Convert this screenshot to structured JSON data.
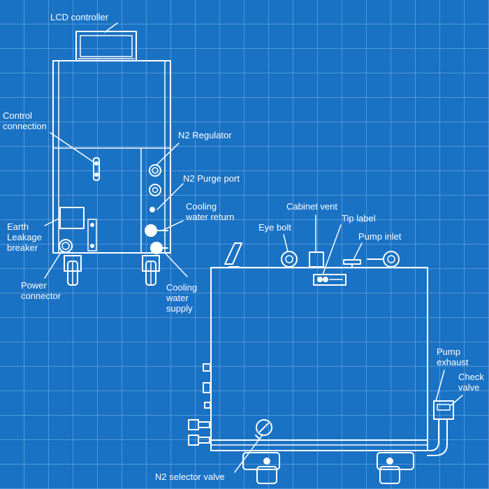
{
  "labels": {
    "lcd_controller": "LCD controller",
    "control_connection": "Control\nconnection",
    "n2_regulator": "N2 Regulator",
    "n2_purge_port": "N2 Purge port",
    "cooling_water_return": "Cooling\nwater return",
    "earth_leakage_breaker": "Earth\nLeakage\nbreaker",
    "power_connector": "Power\nconnector",
    "cooling_water_supply": "Cooling\nwater\nsupply",
    "cabinet_vent": "Cabinet vent",
    "eye_bolt": "Eye bolt",
    "tip_label": "Tip label",
    "pump_inlet": "Pump inlet",
    "pump_exhaust": "Pump\nexhaust",
    "check_valve": "Check\nvalve",
    "n2_selector_valve": "N2 selector valve"
  },
  "colors": {
    "background": "#1a72c4",
    "grid": "#78b4eb",
    "line": "#ffffff"
  }
}
